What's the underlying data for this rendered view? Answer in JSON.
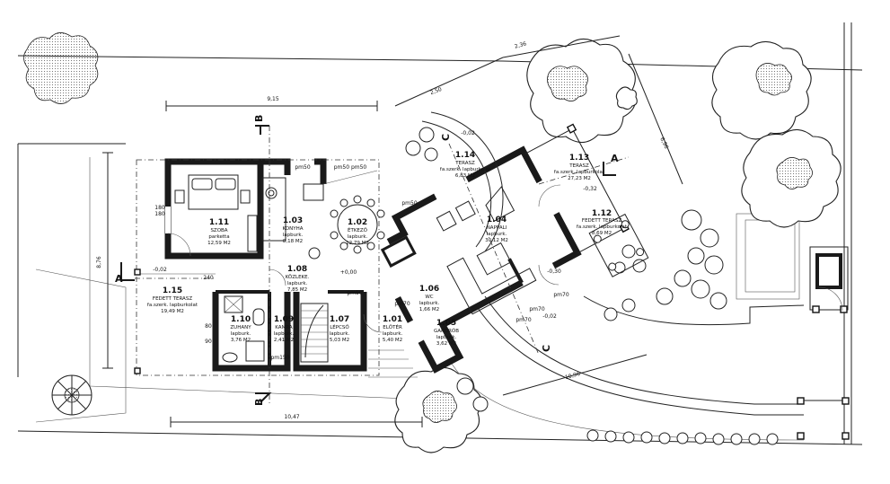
{
  "rooms": [
    {
      "id": "1.11",
      "name": "SZOBA",
      "floor": "parketta",
      "area": "12,59 M2"
    },
    {
      "id": "1.03",
      "name": "KONYHA",
      "floor": "lapburk.",
      "area": "8,18 M2"
    },
    {
      "id": "1.02",
      "name": "ÉTKEZŐ",
      "floor": "lapburk.",
      "area": "12,79 M2"
    },
    {
      "id": "1.04",
      "name": "NAPPALI",
      "floor": "lapburk.",
      "area": "30,12 M2"
    },
    {
      "id": "1.14",
      "name": "TERASZ",
      "floor": "fa.szerk. lapburkolat",
      "area": "6,83 M2"
    },
    {
      "id": "1.13",
      "name": "TERASZ",
      "floor": "fa.szerk. lapburkolat",
      "area": "27,23 M2"
    },
    {
      "id": "1.12",
      "name": "FEDETT TERASZ",
      "floor": "fa.szerk. lapburkolat",
      "area": "8,69 M2"
    },
    {
      "id": "1.08",
      "name": "KÖZLEKE.",
      "floor": "lapburk.",
      "area": "7,85 M2"
    },
    {
      "id": "1.15",
      "name": "FEDETT TERASZ",
      "floor": "fa.szerk. lapburkolat",
      "area": "19,49 M2"
    },
    {
      "id": "1.10",
      "name": "ZUHANY",
      "floor": "lapburk.",
      "area": "3,76 M2"
    },
    {
      "id": "1.09",
      "name": "KAMRA",
      "floor": "lapburk.",
      "area": "2,41 M2"
    },
    {
      "id": "1.07",
      "name": "LÉPCSŐ",
      "floor": "lapburk.",
      "area": "5,03 M2"
    },
    {
      "id": "1.01",
      "name": "ELŐTÉR",
      "floor": "lapburk.",
      "area": "5,40 M2"
    },
    {
      "id": "1.06",
      "name": "WC",
      "floor": "lapburk.",
      "area": "1,66 M2"
    },
    {
      "id": "1.05",
      "name": "GARDRÓB",
      "floor": "lapburk.",
      "area": "3,62 M2"
    }
  ],
  "dimensions": {
    "d_915": "9,15",
    "d_236": "2,36",
    "d_250": "2,50",
    "d_876": "8,76",
    "d_1047": "10,47",
    "d_1096": "10,96",
    "d_696": "6,96"
  },
  "levels": {
    "lv1": "-0,02",
    "lv2": "+0,00",
    "lv3": "-0,30",
    "lv4": "-0,02",
    "lv5": "-0,32",
    "lv6": "-0,02"
  },
  "section_marks": {
    "a": "A",
    "b": "B",
    "c": "C"
  },
  "small_labels": {
    "p1": "pm50 pm50",
    "p2": "pm50",
    "p3": "pm50",
    "p4": "pm70",
    "p5": "pm70",
    "p6": "pm150",
    "p7": "pm70",
    "p8": "pm50",
    "p9": "pm70"
  },
  "marks": {
    "h180a": "180",
    "h180b": "180",
    "m240": "240",
    "m80": "80",
    "m90": "90"
  }
}
